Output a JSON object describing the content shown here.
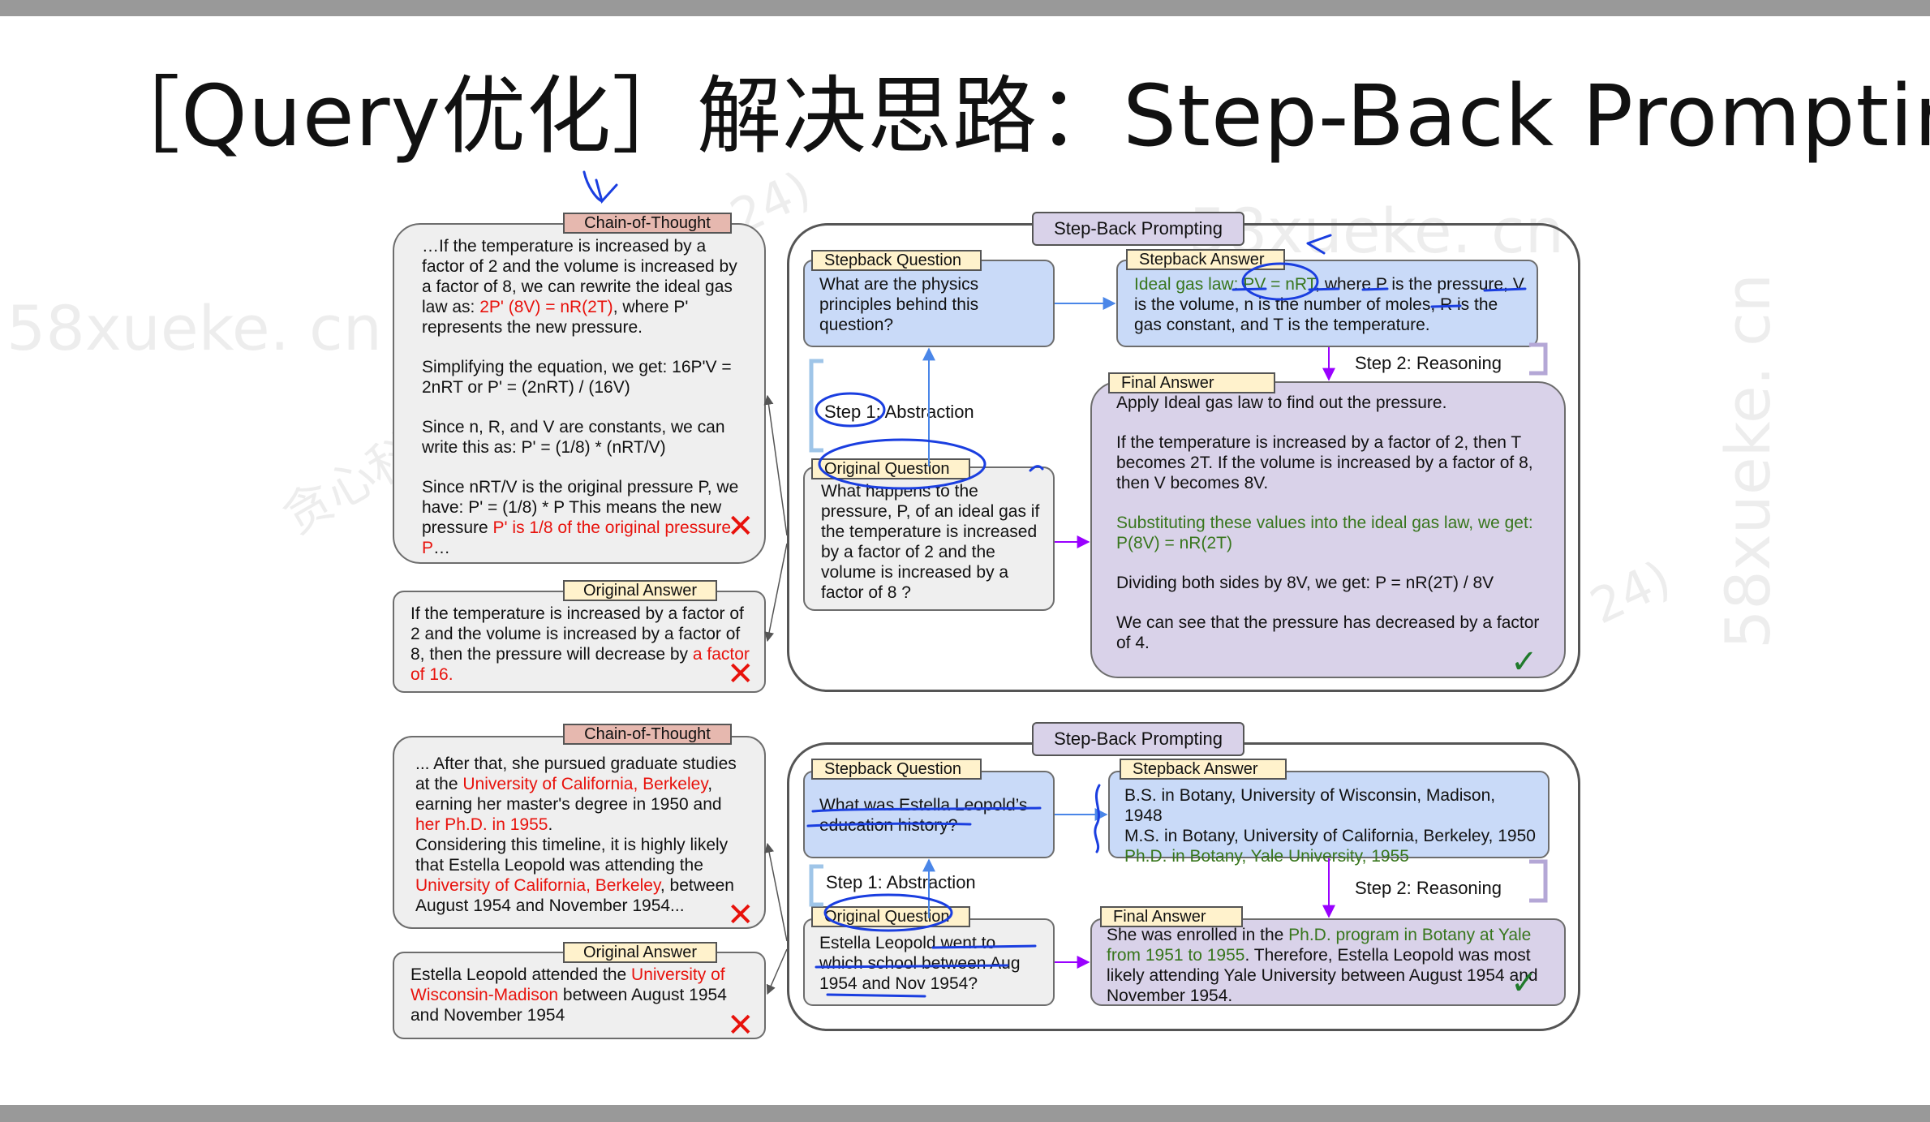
{
  "slide_title": "［Query优化］解决思路：Step-Back Prompting",
  "watermarks": {
    "w1": "58xueke. cn",
    "w2": "58xueke. cn",
    "w3": "58xueke. cn",
    "w4": "贪心科",
    "w5": "24)",
    "w6": "24)"
  },
  "top": {
    "cot_label": "Chain-of-Thought",
    "cot_p1_a": "…If the temperature is increased by a factor of 2 and the volume is increased by a factor of 8, we can rewrite the ideal gas law as: ",
    "cot_p1_red": "2P' (8V) = nR(2T)",
    "cot_p1_b": ", where P' represents the new pressure.",
    "cot_p2": "Simplifying the equation, we get: 16P'V = 2nRT or P' = (2nRT) / (16V)",
    "cot_p3": "Since n, R, and V are constants, we can write this as: P' = (1/8) * (nRT/V)",
    "cot_p4_a": "Since nRT/V is the original pressure P, we have: P' = (1/8) * P This means the new pressure ",
    "cot_p4_red": "P' is 1/8 of the original pressure P",
    "cot_p4_b": "…",
    "oa_label": "Original Answer",
    "oa_a": "If the temperature is increased by a factor of 2 and the volume is increased by a factor of 8, then the pressure will decrease by ",
    "oa_red": "a factor of 16.",
    "sbp_label": "Step-Back Prompting",
    "sq_label": "Stepback Question",
    "sq_text": "What are the physics principles behind this question?",
    "sa_label": "Stepback Answer",
    "sa_green": "Ideal gas law: PV = nRT",
    "sa_rest": ", where P is the pressure, V is the volume, n is the number of moles, R is the gas constant, and T is the temperature.",
    "step1": "Step 1: Abstraction",
    "step2": "Step 2: Reasoning",
    "oq_label": "Original Question",
    "oq_text": "What happens to the pressure, P, of an ideal gas if the temperature is increased by a factor of 2 and the volume is increased by a factor of 8 ?",
    "fa_label": "Final Answer",
    "fa_p1": "Apply Ideal gas law to find out the pressure.",
    "fa_p2": "If the temperature is increased by a factor of 2, then T becomes 2T. If the volume is increased by a factor of 8, then V becomes 8V.",
    "fa_p3_green": "Substituting these values into the ideal gas law, we get: P(8V) = nR(2T)",
    "fa_p4": "Dividing both sides by 8V, we get: P = nR(2T) / 8V",
    "fa_p5": "We can see that the pressure has decreased by a factor of 4."
  },
  "bottom": {
    "cot_label": "Chain-of-Thought",
    "cot_a": "... After that, she pursued graduate studies at the ",
    "cot_red1": "University of California, Berkeley",
    "cot_b": ", earning her master's degree in 1950 and ",
    "cot_red2": "her Ph.D. in 1955",
    "cot_c": ".",
    "cot_d": "Considering this timeline, it is highly likely that Estella Leopold was attending the ",
    "cot_red3": "University of California, Berkeley",
    "cot_e": ", between August 1954 and November 1954...",
    "oa_label": "Original Answer",
    "oa_a": "Estella Leopold attended the ",
    "oa_red": "University of Wisconsin-Madison",
    "oa_b": " between August 1954 and November 1954",
    "sbp_label": "Step-Back Prompting",
    "sq_label": "Stepback Question",
    "sq_text": "What was Estella Leopold’s education history?",
    "sa_label": "Stepback Answer",
    "sa_line1": "B.S. in Botany, University of Wisconsin, Madison, 1948",
    "sa_line2": "M.S. in Botany, University of California, Berkeley, 1950",
    "sa_line3_green": "Ph.D. in Botany, Yale University, 1955",
    "step1": "Step 1: Abstraction",
    "step2": "Step 2: Reasoning",
    "oq_label": "Original Question",
    "oq_text": "Estella Leopold went to which school between Aug 1954 and Nov 1954?",
    "fa_label": "Final Answer",
    "fa_a": "She was enrolled in the ",
    "fa_green": "Ph.D. program in Botany at Yale from 1951 to 1955",
    "fa_b": ". Therefore, Estella Leopold was most likely attending Yale University between August 1954 and November 1954."
  },
  "icons": {
    "wrong": "cross-mark-icon",
    "right": "check-mark-icon"
  },
  "colors": {
    "wrong_text": "#e8120c",
    "correct_text": "#38761d",
    "cot_tag": "#e6b8af",
    "label_tag": "#fff2cc",
    "stepback_blue": "#c9daf8",
    "answer_purple": "#d9d2e9",
    "annotation_ink": "#1a3ee0"
  }
}
